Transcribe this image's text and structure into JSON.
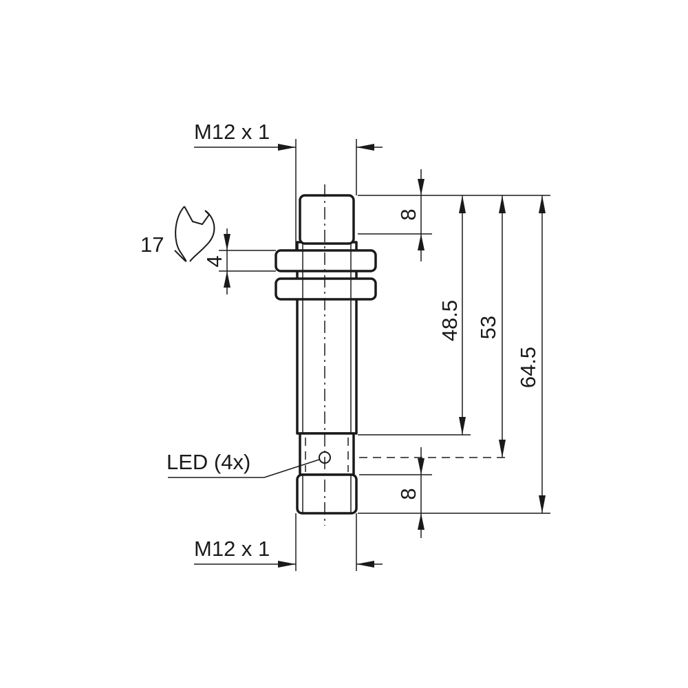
{
  "drawing": {
    "thread_top": "M12 x 1",
    "thread_bottom": "M12 x 1",
    "wrench_size": "17",
    "nut_thickness": "4",
    "dim_top_cap": "8",
    "dim_body_length": "48.5",
    "dim_to_led": "53",
    "dim_overall": "64.5",
    "dim_connector": "8",
    "led_callout": "LED (4x)"
  }
}
